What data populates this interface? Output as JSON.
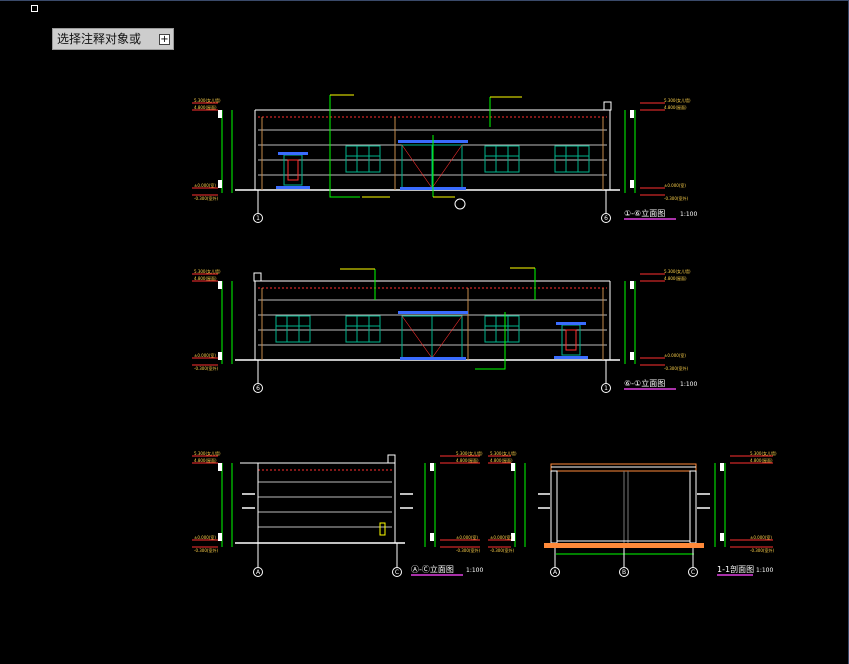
{
  "app": {
    "prompt_text": "选择注释对象或",
    "expand_glyph": "▪"
  },
  "drawings": {
    "elev_a": {
      "title": "①-⑥立面图",
      "scale": "1:100",
      "left_axis": "1",
      "right_axis": "6"
    },
    "elev_b": {
      "title": "⑥-①立面图",
      "scale": "1:100",
      "left_axis": "6",
      "right_axis": "1"
    },
    "elev_c": {
      "title": "Ⓐ-Ⓒ立面图",
      "scale": "1:100",
      "left_axis": "A",
      "right_axis": "C"
    },
    "section": {
      "title": "1-1剖面图",
      "scale": "1:100",
      "axes": [
        "A",
        "B",
        "C"
      ]
    }
  },
  "colors": {
    "background": "#000000",
    "wall": "#ffffff",
    "window": "#00b38c",
    "dim": "#00ff00",
    "leader": "#ffff00",
    "mark_red": "#ff3030",
    "door_blue": "#3a6cff",
    "title_magenta": "#e040e0",
    "slab": "#ff8a3a"
  }
}
